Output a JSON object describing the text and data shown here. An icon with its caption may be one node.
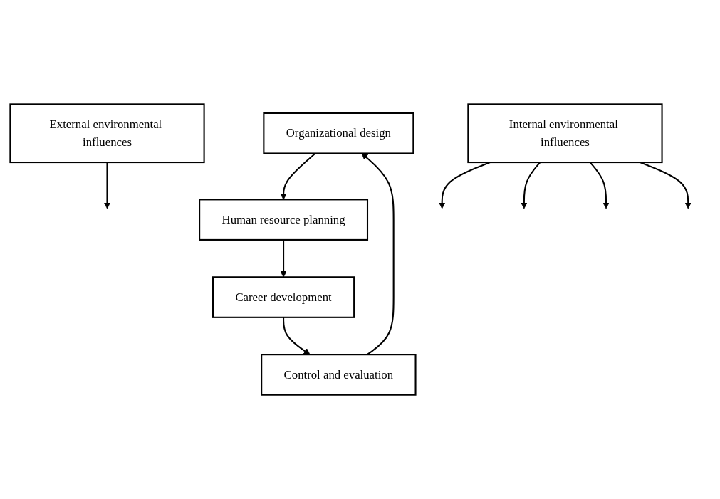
{
  "diagram": {
    "nodes": [
      {
        "text": [
          "External environmental influences"
        ]
      },
      {
        "text": [
          "Organizational design"
        ]
      },
      {
        "text": [
          "Human resource planning"
        ]
      },
      {
        "text": [
          "Career development"
        ]
      },
      {
        "text": [
          "Control and evaluation"
        ]
      },
      {
        "text": [
          "Internal environmental influences"
        ]
      }
    ],
    "edges": [
      {
        "from": 0,
        "to": null,
        "arrow": "to"
      },
      {
        "from": 1,
        "to": 2,
        "arrow": "to"
      },
      {
        "from": 2,
        "to": 3,
        "arrow": "to"
      },
      {
        "from": 3,
        "to": 4,
        "arrow": "to"
      },
      {
        "from": 4,
        "to": 1,
        "arrow": "to"
      },
      {
        "from": 5,
        "to": null,
        "arrow": "to"
      },
      {
        "from": 5,
        "to": null,
        "arrow": "to"
      },
      {
        "from": 5,
        "to": null,
        "arrow": "to"
      },
      {
        "from": 5,
        "to": null,
        "arrow": "to"
      }
    ]
  }
}
